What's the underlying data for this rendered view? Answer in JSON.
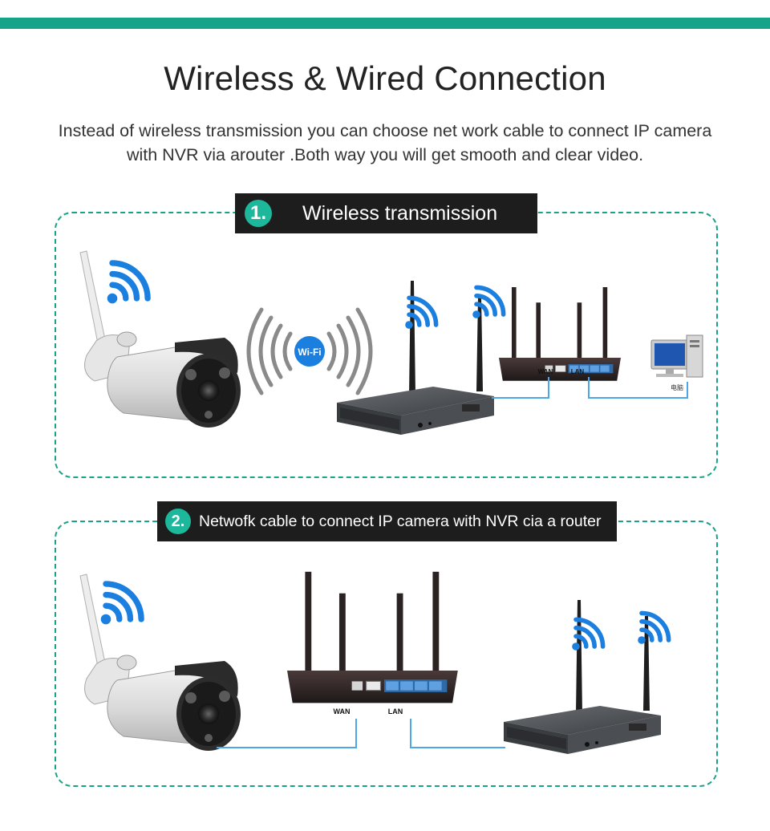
{
  "header": {
    "title": "Wireless & Wired Connection",
    "subtitle_line1": "Instead of wireless transmission you can choose  net work cable to connect IP camera",
    "subtitle_line2": "with NVR via arouter .Both way you will get smooth and clear video."
  },
  "section1": {
    "number": "1.",
    "label": "Wireless transmission",
    "wifi_badge": "Wi-Fi",
    "wan_label": "WAN",
    "lan_label": "LAN",
    "pc_label": "电脑"
  },
  "section2": {
    "number": "2.",
    "label": "Netwofk cable to connect IP camera with NVR cia a  router",
    "wan_label": "WAN",
    "lan_label": "LAN"
  },
  "colors": {
    "accent": "#15a38a",
    "wifi_blue": "#1b7fe0",
    "cable_blue": "#4fa6e6",
    "label_bg": "#1d1d1d"
  }
}
